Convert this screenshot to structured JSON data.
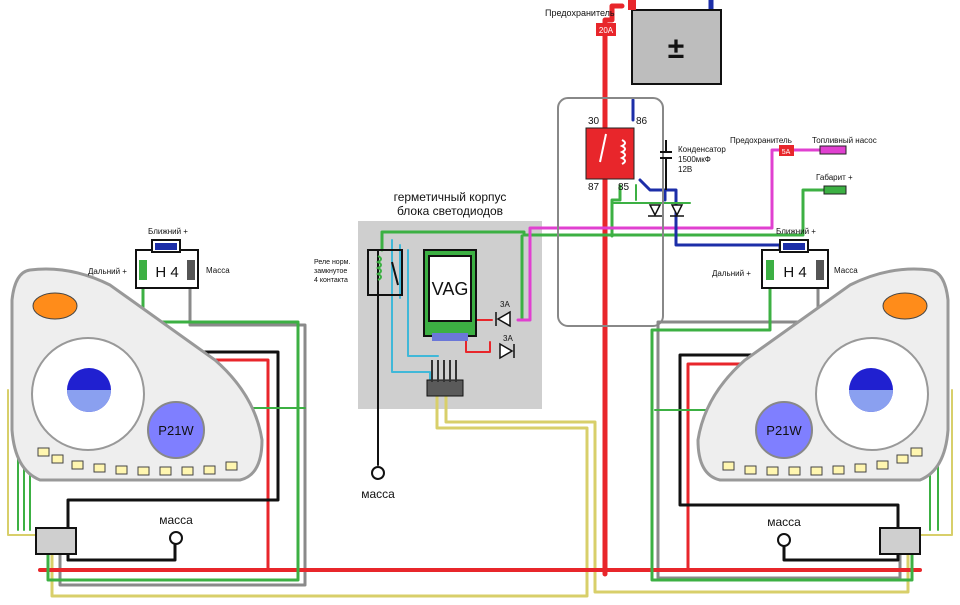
{
  "labels": {
    "fuse_main": "Предохранитель",
    "fuse_main_value": "20A",
    "battery": "±",
    "relay_30": "30",
    "relay_86": "86",
    "relay_87": "87",
    "relay_85": "85",
    "capacitor_1": "Конденсатор",
    "capacitor_2": "1500мкФ",
    "capacitor_3": "12В",
    "fuse_pump": "Предохранитель",
    "fuse_pump_value": "5A",
    "fuel_pump": "Топливный насос",
    "parking": "Габарит +",
    "box_title_1": "герметичный корпус",
    "box_title_2": "блока светодиодов",
    "relay_nc_1": "Реле норм.",
    "relay_nc_2": "замкнутое",
    "relay_nc_3": "4 контакта",
    "vag": "VAG",
    "diode_1": "3А",
    "diode_2": "3А",
    "ground_center": "масса",
    "left_low": "Ближний +",
    "left_high": "Дальний +",
    "left_ground": "Масса",
    "left_h4": "H 4",
    "right_low": "Ближний +",
    "right_high": "Дальний +",
    "right_ground": "Масса",
    "right_h4": "H 4",
    "left_p21w": "P21W",
    "right_p21w": "P21W",
    "left_massa": "масса",
    "right_massa": "масса"
  },
  "colors": {
    "red": "#e8262b",
    "green": "#3cb043",
    "blue": "#1c2ea8",
    "magenta": "#e040d0",
    "cyan": "#40b8d8",
    "yellow": "#d8cf6a",
    "gray": "#8a8a8a",
    "black": "#111111"
  }
}
